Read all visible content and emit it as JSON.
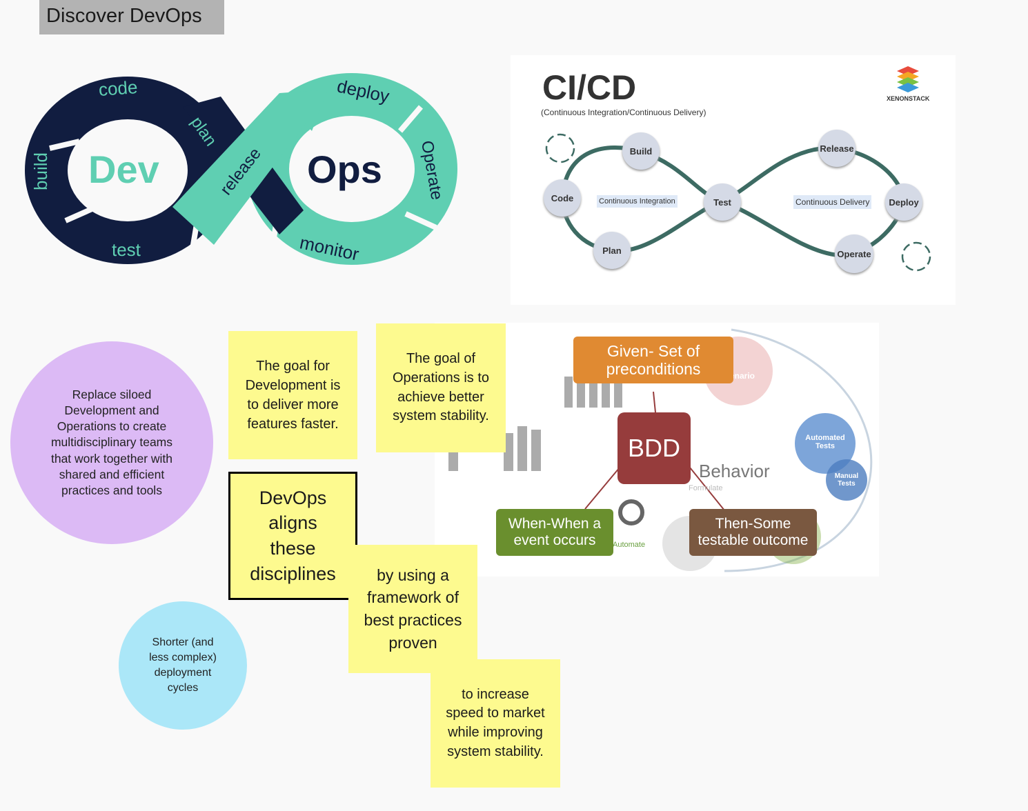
{
  "page_title": "Discover DevOps",
  "devops_loop": {
    "dev": "Dev",
    "ops": "Ops",
    "stages": {
      "code": "code",
      "plan": "plan",
      "build": "build",
      "test": "test",
      "release": "release",
      "deploy": "deploy",
      "operate": "Operate",
      "monitor": "monitor"
    },
    "colors": {
      "navy": "#111d40",
      "teal": "#5fcfb2"
    }
  },
  "cicd": {
    "title": "CI/CD",
    "subtitle": "(Continuous Integration/Continuous Delivery)",
    "brand": "XENONSTACK",
    "nodes": {
      "code": "Code",
      "build": "Build",
      "plan": "Plan",
      "test": "Test",
      "release": "Release",
      "deploy": "Deploy",
      "operate": "Operate"
    },
    "ci_label": "Continuous Integration",
    "cd_label": "Continuous Delivery"
  },
  "bdd": {
    "center": "BDD",
    "given": "Given- Set of\npreconditions",
    "when": "When-When a\nevent occurs",
    "then": "Then-Some\ntestable outcome",
    "behavior": "Behavior",
    "scenario": "enario",
    "automated_tests": "Automated\nTests",
    "manual_tests": "Manual\nTests",
    "automate": "Automate",
    "formulate": "Formulate",
    "colors": {
      "given": "#e08a32",
      "when": "#6a8f2e",
      "then": "#7a5840",
      "center": "#963c3c"
    }
  },
  "notes": {
    "purple_circle": "Replace siloed\nDevelopment and\nOperations to create\nmultidisciplinary teams\nthat work together with\nshared and efficient\npractices and tools",
    "blue_circle": "Shorter (and\nless complex)\ndeployment\ncycles",
    "dev_goal": "The goal for\nDevelopment is\nto deliver more\nfeatures faster.",
    "ops_goal": "The goal of\nOperations is to\nachieve better\nsystem stability.",
    "aligns": "DevOps\naligns\nthese\ndisciplines",
    "framework": "by using a\nframework of\nbest practices\nproven",
    "increase": "to increase\nspeed to market\nwhile improving\nsystem stability."
  }
}
